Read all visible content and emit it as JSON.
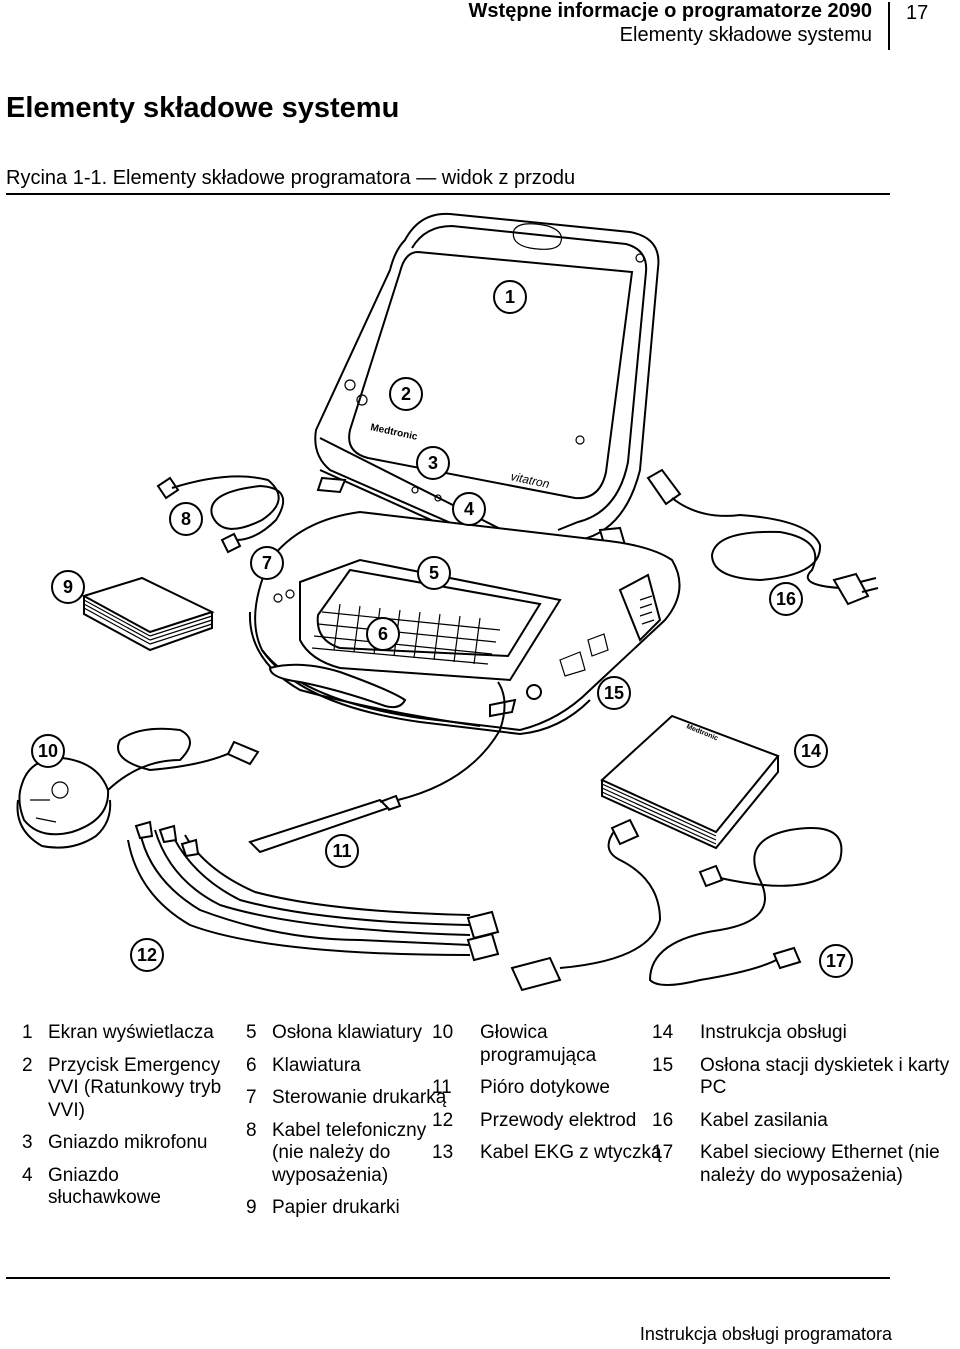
{
  "header": {
    "chapter_title": "Wstępne informacje o programatorze 2090",
    "section_subtitle": "Elementy składowe systemu",
    "page_number": "17"
  },
  "section_title": "Elementy składowe systemu",
  "figure": {
    "caption_label": "Rycina 1-1.",
    "caption_text": "Elementy składowe programatora — widok z przodu",
    "callouts": [
      "1",
      "2",
      "3",
      "4",
      "5",
      "6",
      "7",
      "8",
      "9",
      "10",
      "11",
      "12",
      "14",
      "15",
      "16",
      "17"
    ],
    "brand_texts": [
      "Medtronic",
      "vitatron"
    ]
  },
  "legend": {
    "col1": [
      {
        "num": "1",
        "text": "Ekran wyświetlacza"
      },
      {
        "num": "2",
        "text": "Przycisk Emergency VVI (Ratunkowy tryb VVI)"
      },
      {
        "num": "3",
        "text": "Gniazdo mikrofonu"
      },
      {
        "num": "4",
        "text": "Gniazdo słuchawkowe"
      }
    ],
    "col2": [
      {
        "num": "5",
        "text": "Osłona klawiatury"
      },
      {
        "num": "6",
        "text": "Klawiatura"
      },
      {
        "num": "7",
        "text": "Sterowanie drukarką"
      },
      {
        "num": "8",
        "text": "Kabel telefoniczny (nie należy do wyposażenia)"
      },
      {
        "num": "9",
        "text": "Papier drukarki"
      }
    ],
    "col3": [
      {
        "num": "10",
        "text": "Głowica programująca"
      },
      {
        "num": "11",
        "text": "Pióro dotykowe"
      },
      {
        "num": "12",
        "text": "Przewody elektrod"
      },
      {
        "num": "13",
        "text": "Kabel EKG z wtyczką"
      }
    ],
    "col4": [
      {
        "num": "14",
        "text": "Instrukcja obsługi"
      },
      {
        "num": "15",
        "text": "Osłona stacji dyskietek i karty PC"
      },
      {
        "num": "16",
        "text": "Kabel zasilania"
      },
      {
        "num": "17",
        "text": "Kabel sieciowy Ethernet (nie należy do wyposażenia)"
      }
    ]
  },
  "footer": {
    "text": "Instrukcja obsługi programatora"
  }
}
